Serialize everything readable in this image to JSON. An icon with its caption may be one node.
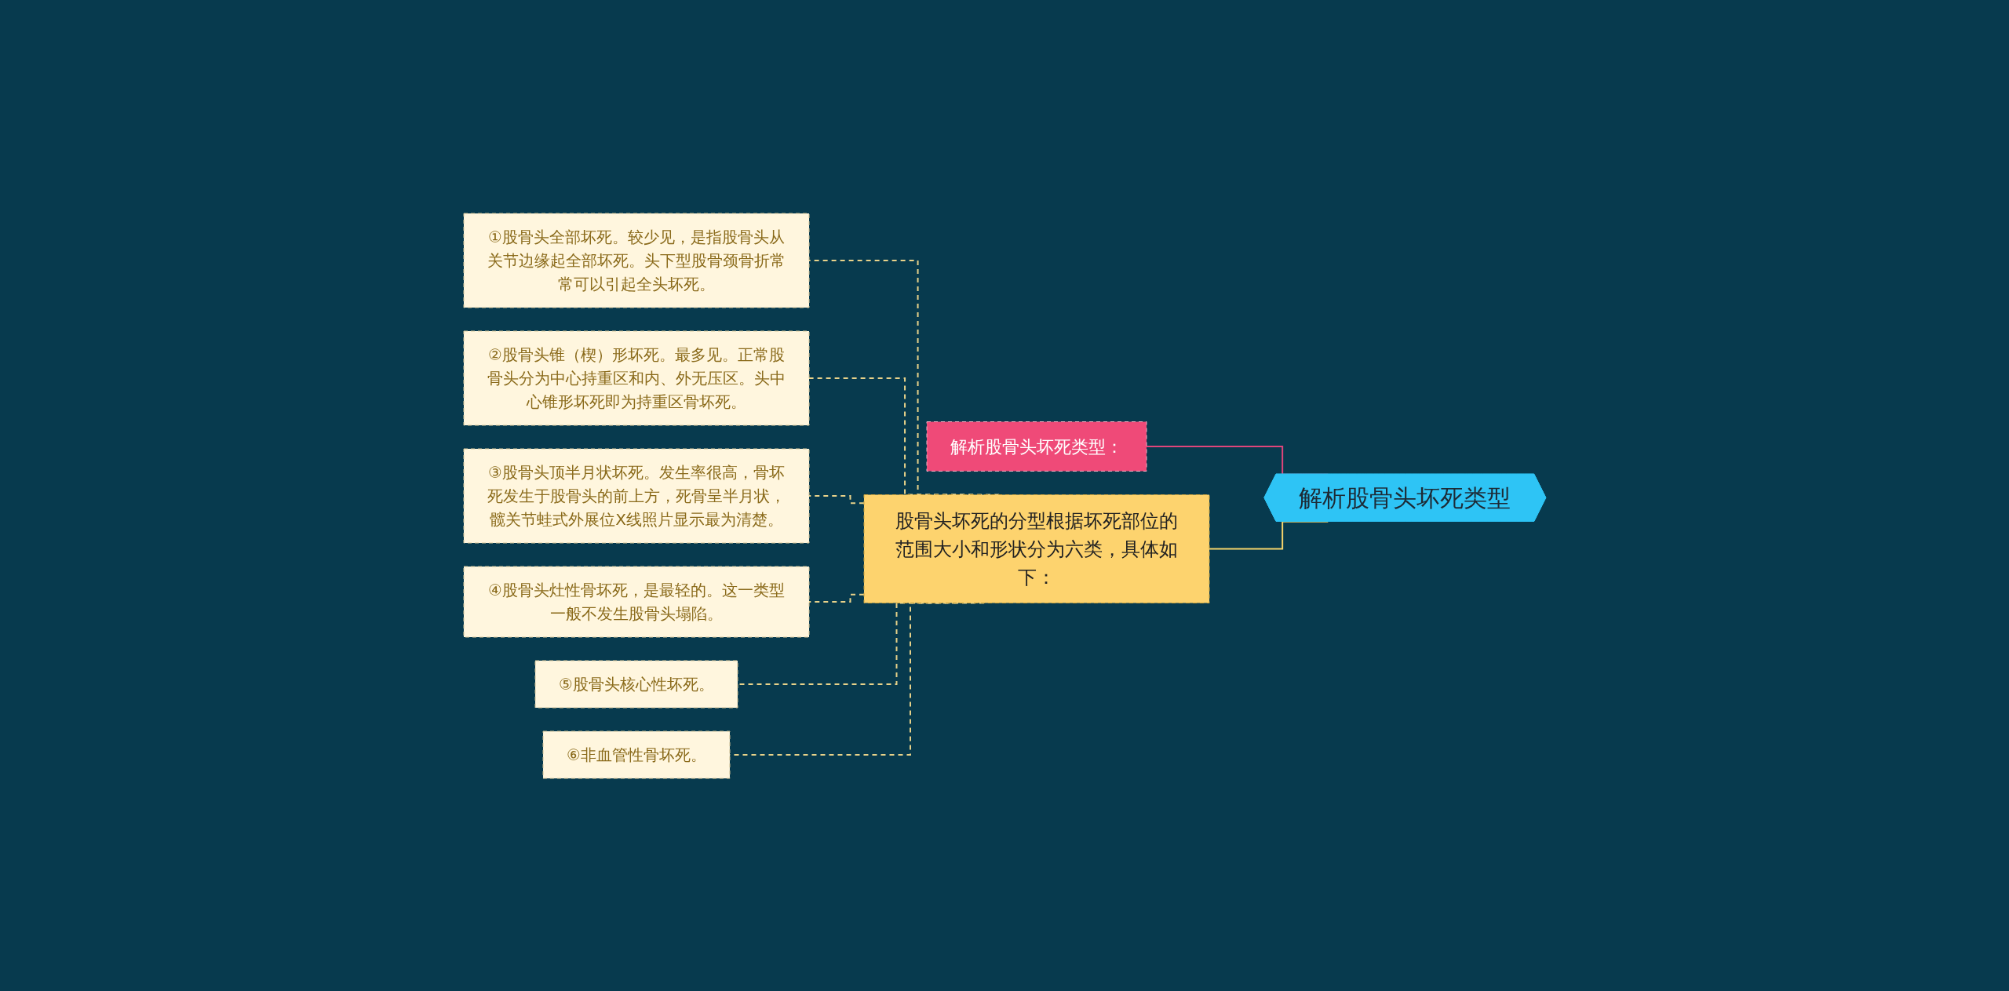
{
  "diagram": {
    "nodes": [
      {
        "text": [
          "解析股骨头坏死类型"
        ]
      },
      {
        "text": [
          "解析股骨头坏死类型："
        ]
      },
      {
        "text": [
          "股骨头坏死的分型根据坏死部位的范围大小和形状分为六类，具体如下："
        ]
      },
      {
        "text": [
          "①股骨头全部坏死。较少见，是指股骨头从关节边缘起全部坏死。头下型股骨颈骨折常常可以引起全头坏死。"
        ]
      },
      {
        "text": [
          "②股骨头锥（楔）形坏死。最多见。正常股骨头分为中心持重区和内、外无压区。头中心锥形坏死即为持重区骨坏死。"
        ]
      },
      {
        "text": [
          "③股骨头顶半月状坏死。发生率很高，骨坏死发生于股骨头的前上方，死骨呈半月状，髋关节蛙式外展位X线照片显示最为清楚。"
        ]
      },
      {
        "text": [
          "④股骨头灶性骨坏死，是最轻的。这一类型一般不发生股骨头塌陷。"
        ]
      },
      {
        "text": [
          "⑤股骨头核心性坏死。"
        ]
      },
      {
        "text": [
          "⑥非血管性骨坏死。"
        ]
      }
    ],
    "edges": [
      {
        "from": 0,
        "to": 1,
        "arrow": "none",
        "color": "#e0457b"
      },
      {
        "from": 0,
        "to": 2,
        "arrow": "none",
        "color": "#f5d36b"
      },
      {
        "from": 2,
        "to": 3,
        "arrow": "none",
        "style": "dashed"
      },
      {
        "from": 2,
        "to": 4,
        "arrow": "none",
        "style": "dashed"
      },
      {
        "from": 2,
        "to": 5,
        "arrow": "none",
        "style": "dashed"
      },
      {
        "from": 2,
        "to": 6,
        "arrow": "none",
        "style": "dashed"
      },
      {
        "from": 2,
        "to": 7,
        "arrow": "none",
        "style": "dashed"
      },
      {
        "from": 2,
        "to": 8,
        "arrow": "none",
        "style": "dashed"
      }
    ]
  }
}
